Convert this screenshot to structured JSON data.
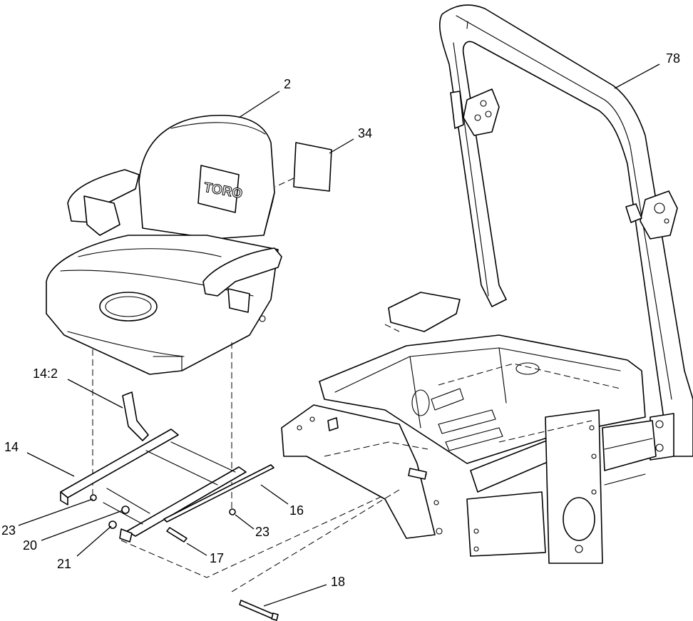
{
  "diagram": {
    "logo_text": "TORO",
    "callouts": {
      "c2": "2",
      "c34": "34",
      "c78": "78",
      "c14_2": "14:2",
      "c14": "14",
      "c16": "16",
      "c23_left": "23",
      "c23_right": "23",
      "c20": "20",
      "c21": "21",
      "c17": "17",
      "c18": "18"
    }
  }
}
